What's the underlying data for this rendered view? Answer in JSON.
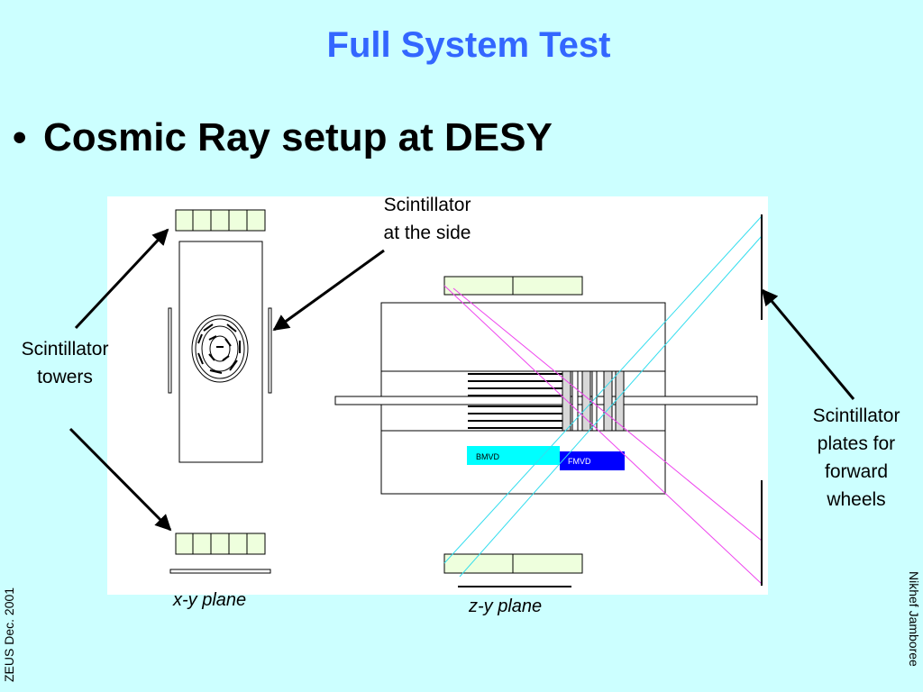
{
  "slide": {
    "title": "Full System Test",
    "bullet": "Cosmic Ray setup at DESY"
  },
  "labels": {
    "side_scint_1": "Scintillator",
    "side_scint_2": "at the side",
    "towers_1": "Scintillator",
    "towers_2": "towers",
    "plates_1": "Scintillator",
    "plates_2": "plates for",
    "plates_3": "forward",
    "plates_4": "wheels",
    "xy_plane": "x-y plane",
    "zy_plane": "z-y plane",
    "bmvd": "BMVD",
    "fmvd": "FMVD"
  },
  "footer": {
    "left": "ZEUS Dec. 2001",
    "right": "Nikhef Jamboree"
  },
  "colors": {
    "background": "#ccffff",
    "title": "#3366ff",
    "scint_fill": "#eeffdd",
    "bmvd": "#00ffff",
    "fmvd": "#0000ff",
    "cosmic_cyan": "#33ddee",
    "cosmic_magenta": "#ee44ee"
  }
}
